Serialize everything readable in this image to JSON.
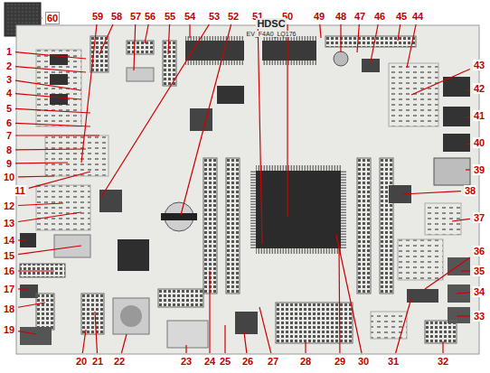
{
  "diagram": {
    "labels": [
      "1",
      "2",
      "3",
      "4",
      "5",
      "6",
      "7",
      "8",
      "9",
      "10",
      "11",
      "12",
      "13",
      "14",
      "15",
      "16",
      "17",
      "18",
      "19",
      "20",
      "21",
      "22",
      "23",
      "24",
      "25",
      "26",
      "27",
      "28",
      "29",
      "30",
      "31",
      "32",
      "33",
      "34",
      "35",
      "36",
      "37",
      "38",
      "39",
      "40",
      "41",
      "42",
      "43",
      "44",
      "45",
      "46",
      "47",
      "48",
      "49",
      "50",
      "51",
      "52",
      "53",
      "54",
      "55",
      "56",
      "57",
      "58",
      "59",
      "60",
      "HDSC",
      "EV_F4A0_LQ176"
    ]
  }
}
